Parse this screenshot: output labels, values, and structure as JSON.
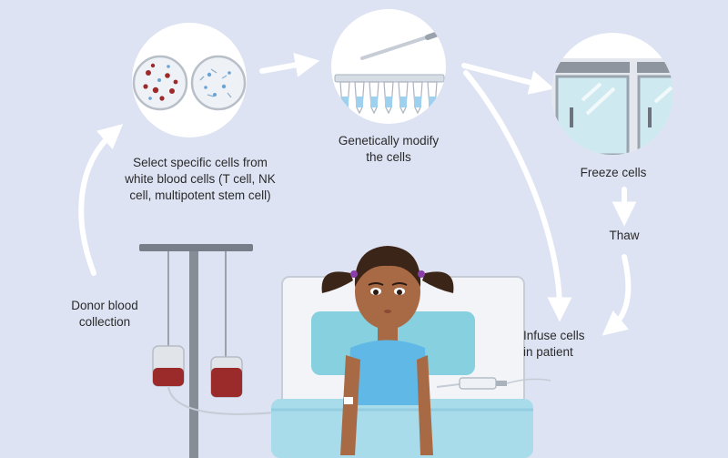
{
  "steps": {
    "donor": {
      "label": "Donor blood\ncollection"
    },
    "select": {
      "label": "Select specific cells from\nwhite blood cells (T cell, NK\ncell, multipotent stem cell)"
    },
    "modify": {
      "label": "Genetically modify\nthe cells"
    },
    "freeze": {
      "label": "Freeze cells"
    },
    "thaw": {
      "label": "Thaw"
    },
    "infuse": {
      "label": "Infuse cells\nin patient"
    }
  },
  "colors": {
    "background": "#dde3f3",
    "arrow": "#ffffff",
    "blood": "#9b2a2a",
    "pillow": "#86d0e0",
    "gown": "#5fb8e6",
    "skin": "#a86a45",
    "hair": "#3b2418",
    "hair_tie": "#8a3fa8"
  }
}
